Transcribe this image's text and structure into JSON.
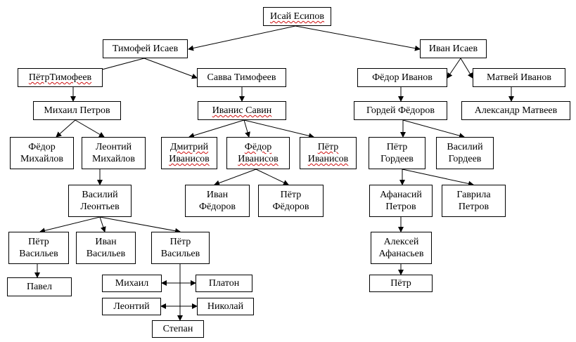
{
  "nodes": {
    "isay_esipov": "Исай Есипов",
    "timofey_isaev": "Тимофей Исаев",
    "ivan_isaev": "Иван Исаев",
    "petr_timofeev": "ПётрТимофеев",
    "savva_timofeev": "Савва Тимофеев",
    "fedor_ivanov": "Фёдор Иванов",
    "matvey_ivanov": "Матвей Иванов",
    "mikhail_petrov": "Михаил Петров",
    "ivanis_savin": "Иванис Савин",
    "gordey_fedorov": "Гордей Фёдоров",
    "aleksandr_matveev": "Александр Матвеев",
    "fedor_mikhaylov": "Фёдор\nМихайлов",
    "leontiy_mikhaylov": "Леонтий\nМихайлов",
    "dmitriy_ivanisov": "Дмитрий\nИванисов",
    "fedor_ivanisov": "Фёдор\nИванисов",
    "petr_ivanisov": "Пётр\nИванисов",
    "petr_gordeev": "Пётр\nГордеев",
    "vasiliy_gordeev": "Василий\nГордеев",
    "vasiliy_leontev": "Василий\nЛеонтьев",
    "ivan_fedorov": "Иван\nФёдоров",
    "petr_fedorov": "Пётр\nФёдоров",
    "afanasiy_petrov": "Афанасий\nПетров",
    "gavrila_petrov": "Гаврила\nПетров",
    "petr_vasilev_1": "Пётр\nВасильев",
    "ivan_vasilev": "Иван\nВасильев",
    "petr_vasilev_2": "Пётр\nВасильев",
    "aleksey_afanasev": "Алексей\nАфанасьев",
    "pavel": "Павел",
    "mikhail": "Михаил",
    "platon": "Платон",
    "petr_last": "Пётр",
    "leontiy": "Леонтий",
    "nikolay": "Николай",
    "stepan": "Степан"
  },
  "colors": {
    "line": "#000000",
    "box_border": "#000000",
    "spellcheck_underline": "#d01010"
  }
}
